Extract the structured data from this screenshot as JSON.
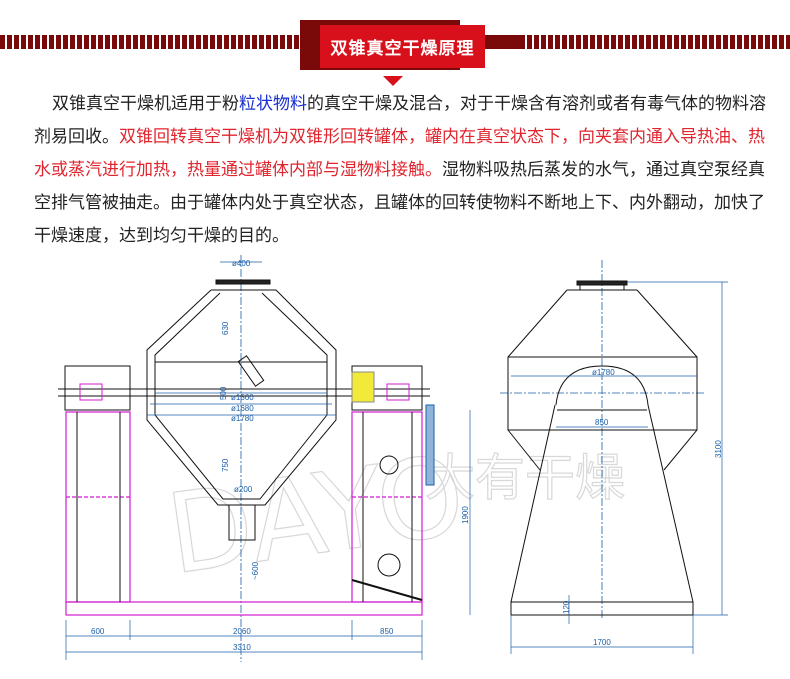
{
  "header": {
    "title": "双锥真空干燥原理",
    "colors": {
      "red": "#d8101c",
      "dark_red": "#7a0a0a",
      "link_blue": "#1a2fd0",
      "highlight_red": "#e0252e"
    }
  },
  "description": {
    "part1": "双锥真空干燥机适用于粉",
    "link": "粒状物料",
    "part2": "的真空干燥及混合，对于干燥含有溶剂或者有毒气体的物料溶剂易回收。",
    "highlight": "双锥回转真空干燥机为双锥形回转罐体，罐内在真空状态下，向夹套内通入导热油、热水或蒸汽进行加热，热量通过罐体内部与湿物料接触。",
    "part3": "湿物料吸热后蒸发的水气，通过真空泵经真空排气管被抽走。由于罐体内处于真空状态，且罐体的回转使物料不断地上下、内外翻动，加快了干燥速度，达到均匀干燥的目的。"
  },
  "drawing": {
    "watermark_latin": "DAYO",
    "watermark_cn": "大有干燥",
    "front_view": {
      "inlet_dia": "ø400",
      "upper_cone": "630",
      "cylinder": "500",
      "lower_cone": "750",
      "dia_inner": "ø1560",
      "dia_mid": "ø1680",
      "dia_outer": "ø1780",
      "outlet_dia": "ø200",
      "clearance": "~600",
      "shaft_height": "1900",
      "left_frame": "600",
      "center_span": "2060",
      "right_frame": "850",
      "total_length": "3310"
    },
    "side_view": {
      "dia": "ø1780",
      "arch_width": "850",
      "total_height": "3100",
      "base_height": "120",
      "base_width": "1700"
    }
  }
}
